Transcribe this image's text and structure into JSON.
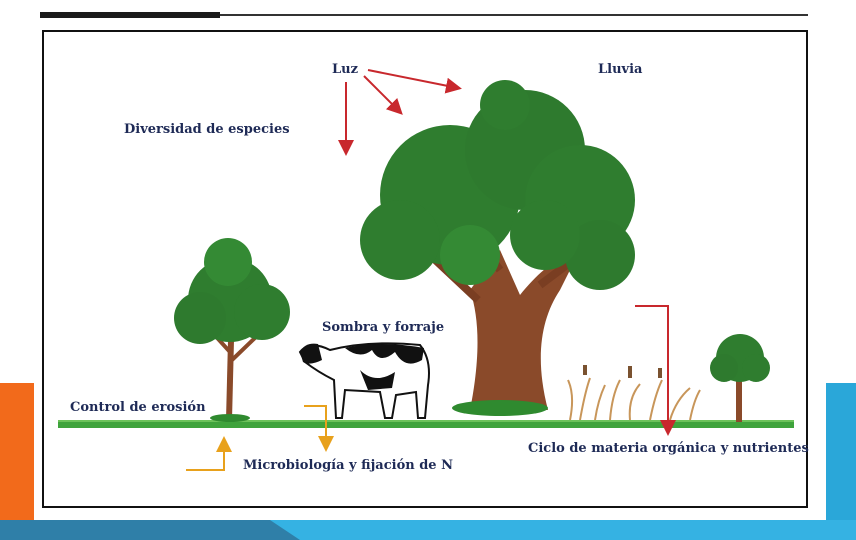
{
  "labels": {
    "luz": "Luz",
    "lluvia": "Lluvia",
    "diversidad": "Diversidad de especies",
    "sombra": "Sombra y forraje",
    "erosion": "Control de erosión",
    "ciclo": "Ciclo de materia orgánica y nutrientes",
    "microbiologia": "Microbiología y fijación de N"
  },
  "colors": {
    "label_text": "#1e2a56",
    "arrow_red": "#c8282d",
    "arrow_orange": "#e8a11c",
    "foliage": "#2f7d2f",
    "ground": "#3fa33c",
    "trunk": "#8a4a2a",
    "accent_orange": "#f26a1b",
    "accent_blue": "#2aa7d9"
  }
}
